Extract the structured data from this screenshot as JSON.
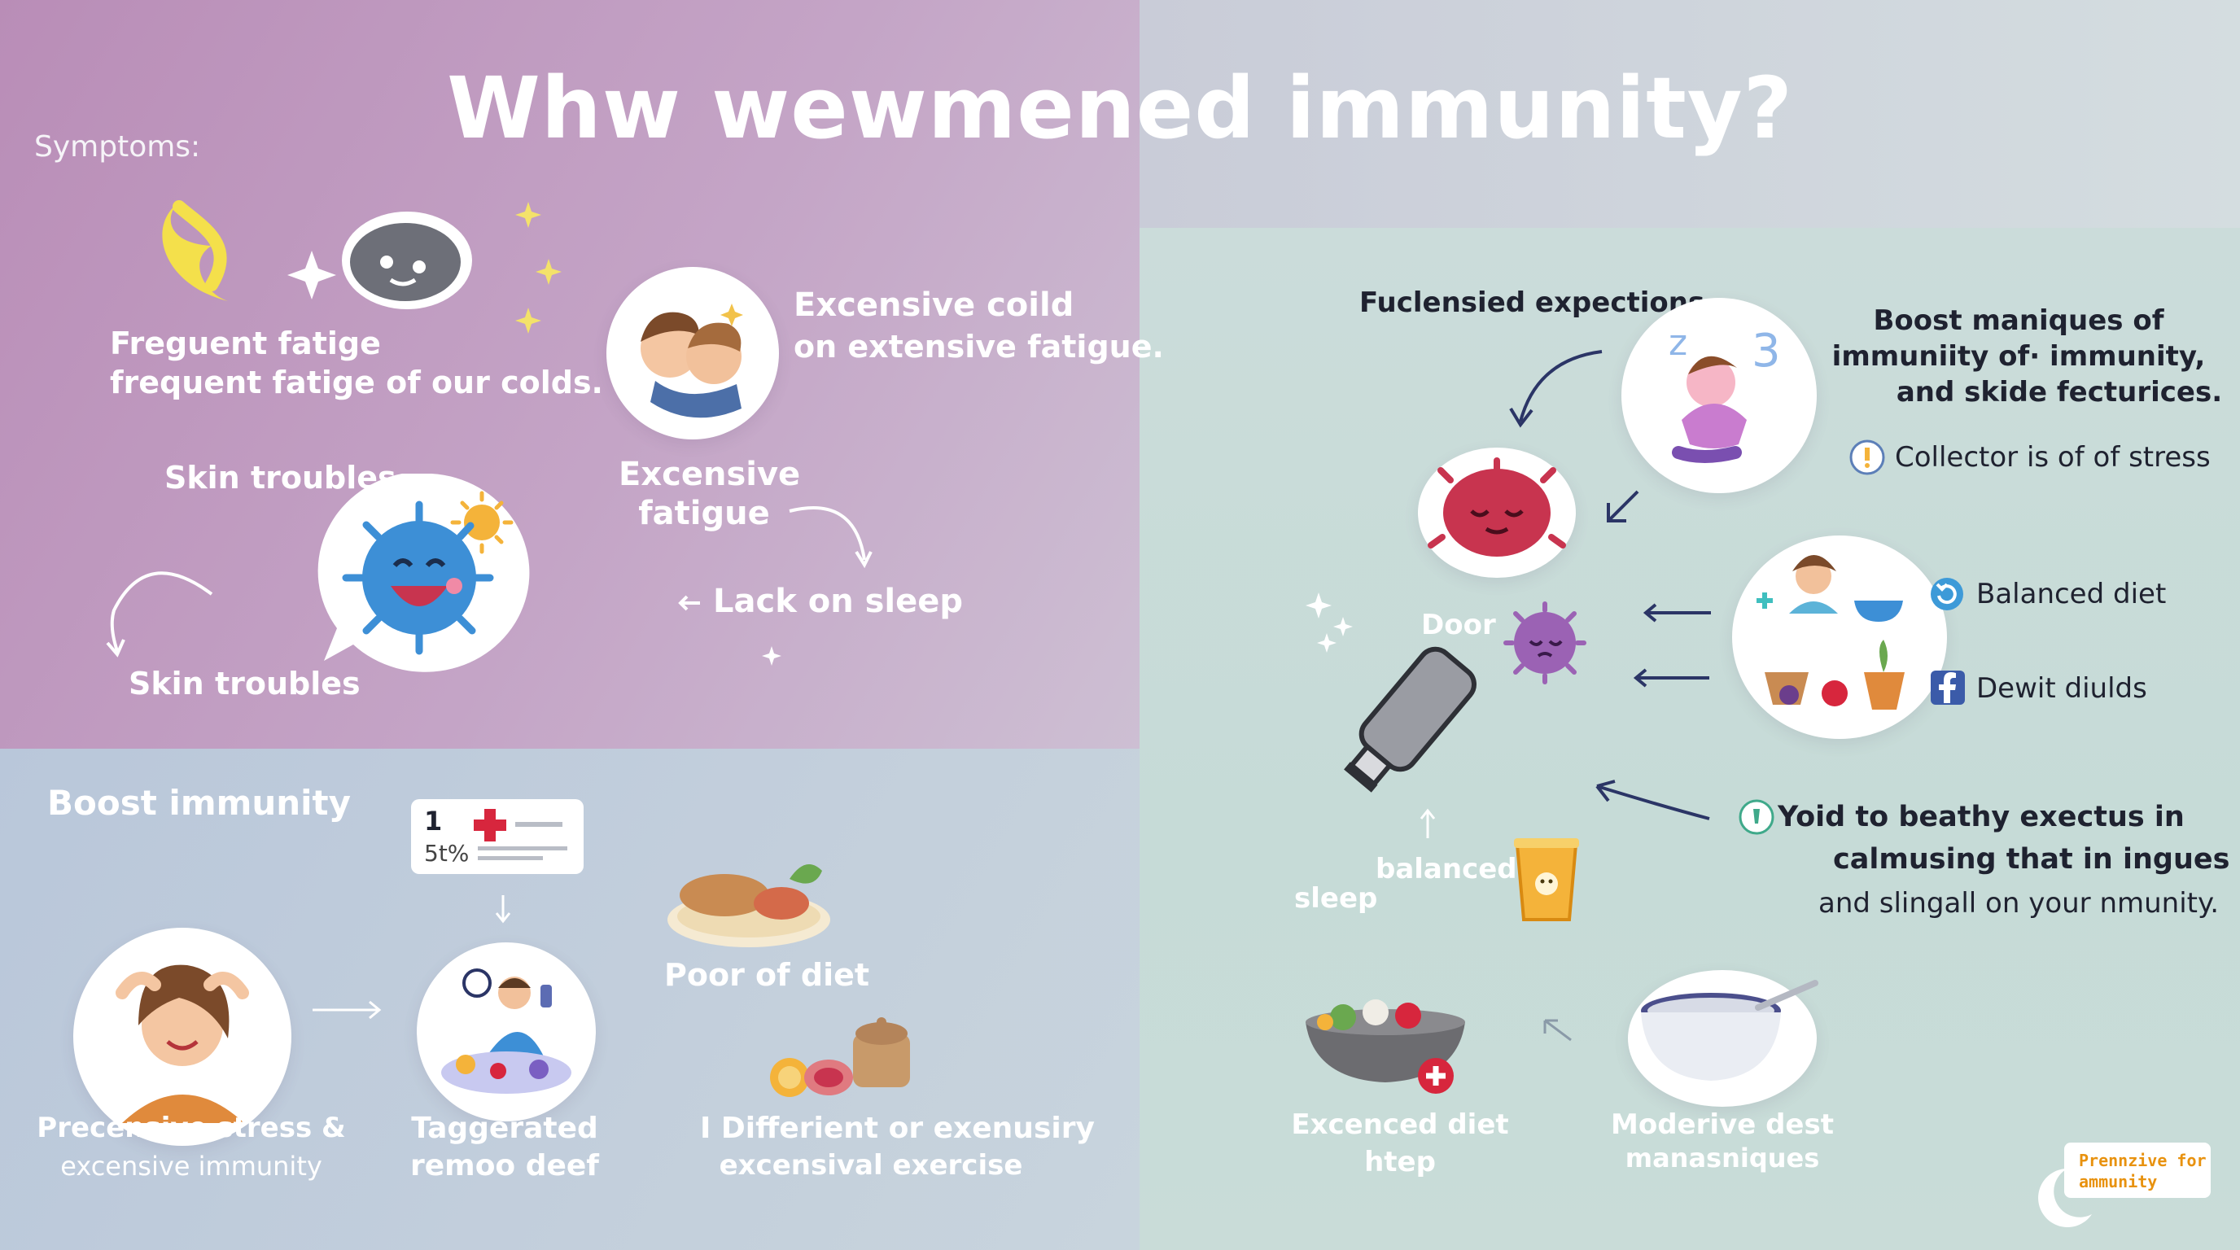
{
  "title": "Whw wewmened immunity?",
  "symptoms": {
    "heading": "Symptoms:",
    "fatigue_line1": "Freguent fatige",
    "fatigue_line2": "frequent fatige of our colds.",
    "cold_line1": "Excensive coild",
    "cold_line2": "on extensive fatigue.",
    "skin_top": "Skin troubles",
    "skin_bottom": "Skin troubles",
    "fatigue_center_line1": "Excensive",
    "fatigue_center_line2": "fatigue",
    "lack_sleep": "Lack on sleep"
  },
  "boost": {
    "heading": "Boost immunity",
    "card_line1": "1",
    "card_line2": "5t%",
    "stress_line1": "Precensive stress &",
    "stress_line2": "excensive immunity",
    "diet_line1": "Taggerated",
    "diet_line2": "remoo deef",
    "poor_diet": "Poor of diet",
    "exercise_line1": "I Differient  or exenusiry",
    "exercise_line2": "excensival exercise"
  },
  "right": {
    "expectations": "Fuclensied expections",
    "boost_line1": "Boost maniques of",
    "boost_line2": "immuniity of· immunity,",
    "boost_line3": "and skide fecturices.",
    "collection": "Collector is of of stress",
    "balanced_diet": "Balanced diet",
    "dewit": "Dewit diulds",
    "door": "Door",
    "yoid_line1": "Yoid to beathy exectus in",
    "yoid_line2": "calmusing that in ingues",
    "yoid_line3": "and slingall on your nmunity.",
    "balanced": "balanced",
    "sleep": "sleep",
    "excenced_line1": "Excenced diet",
    "excenced_line2": "htep",
    "moderive_line1": "Moderive dest",
    "moderive_line2": "manasniques",
    "badge_line1": "Prennzive for",
    "badge_line2": "ammunity"
  },
  "colors": {
    "accent_navy": "#2b3566",
    "virus_red": "#c8344f",
    "virus_blue": "#3d8fd6",
    "virus_purple": "#9b62b4",
    "badge_orange": "#e8920f"
  }
}
